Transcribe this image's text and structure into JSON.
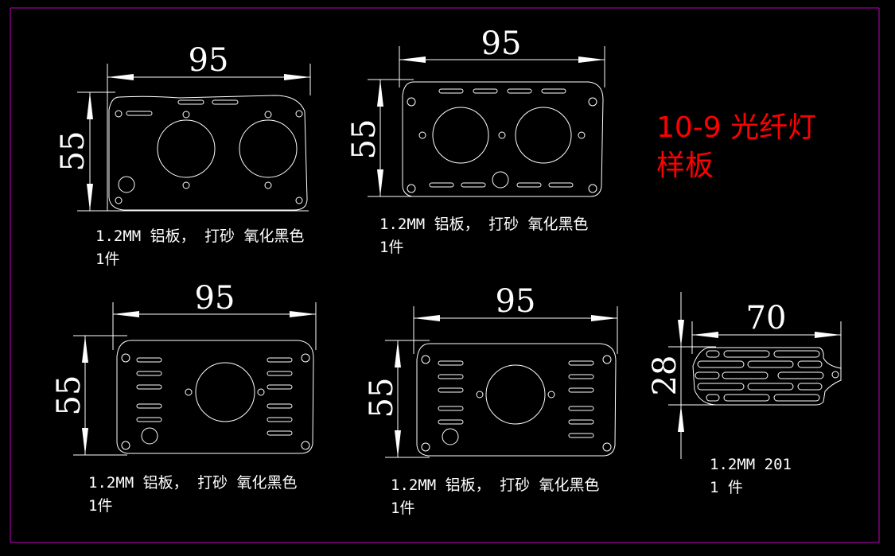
{
  "title": {
    "line1": "10-9 光纤灯",
    "line2": "样板",
    "color": "#ff0000"
  },
  "parts": [
    {
      "width": "95",
      "height": "55",
      "note1": "1.2MM 铝板， 打砂 氧化黑色",
      "note2": "1件"
    },
    {
      "width": "95",
      "height": "55",
      "note1": "1.2MM 铝板， 打砂 氧化黑色",
      "note2": "1件"
    },
    {
      "width": "95",
      "height": "55",
      "note1": "1.2MM 铝板， 打砂 氧化黑色",
      "note2": "1件"
    },
    {
      "width": "95",
      "height": "55",
      "note1": "1.2MM 铝板， 打砂 氧化黑色",
      "note2": "1件"
    },
    {
      "width": "70",
      "height": "28",
      "note1": "1.2MM 201",
      "note2": "1 件"
    }
  ],
  "colors": {
    "background": "#000000",
    "lines": "#ffffff",
    "frame": "#c000c0"
  }
}
